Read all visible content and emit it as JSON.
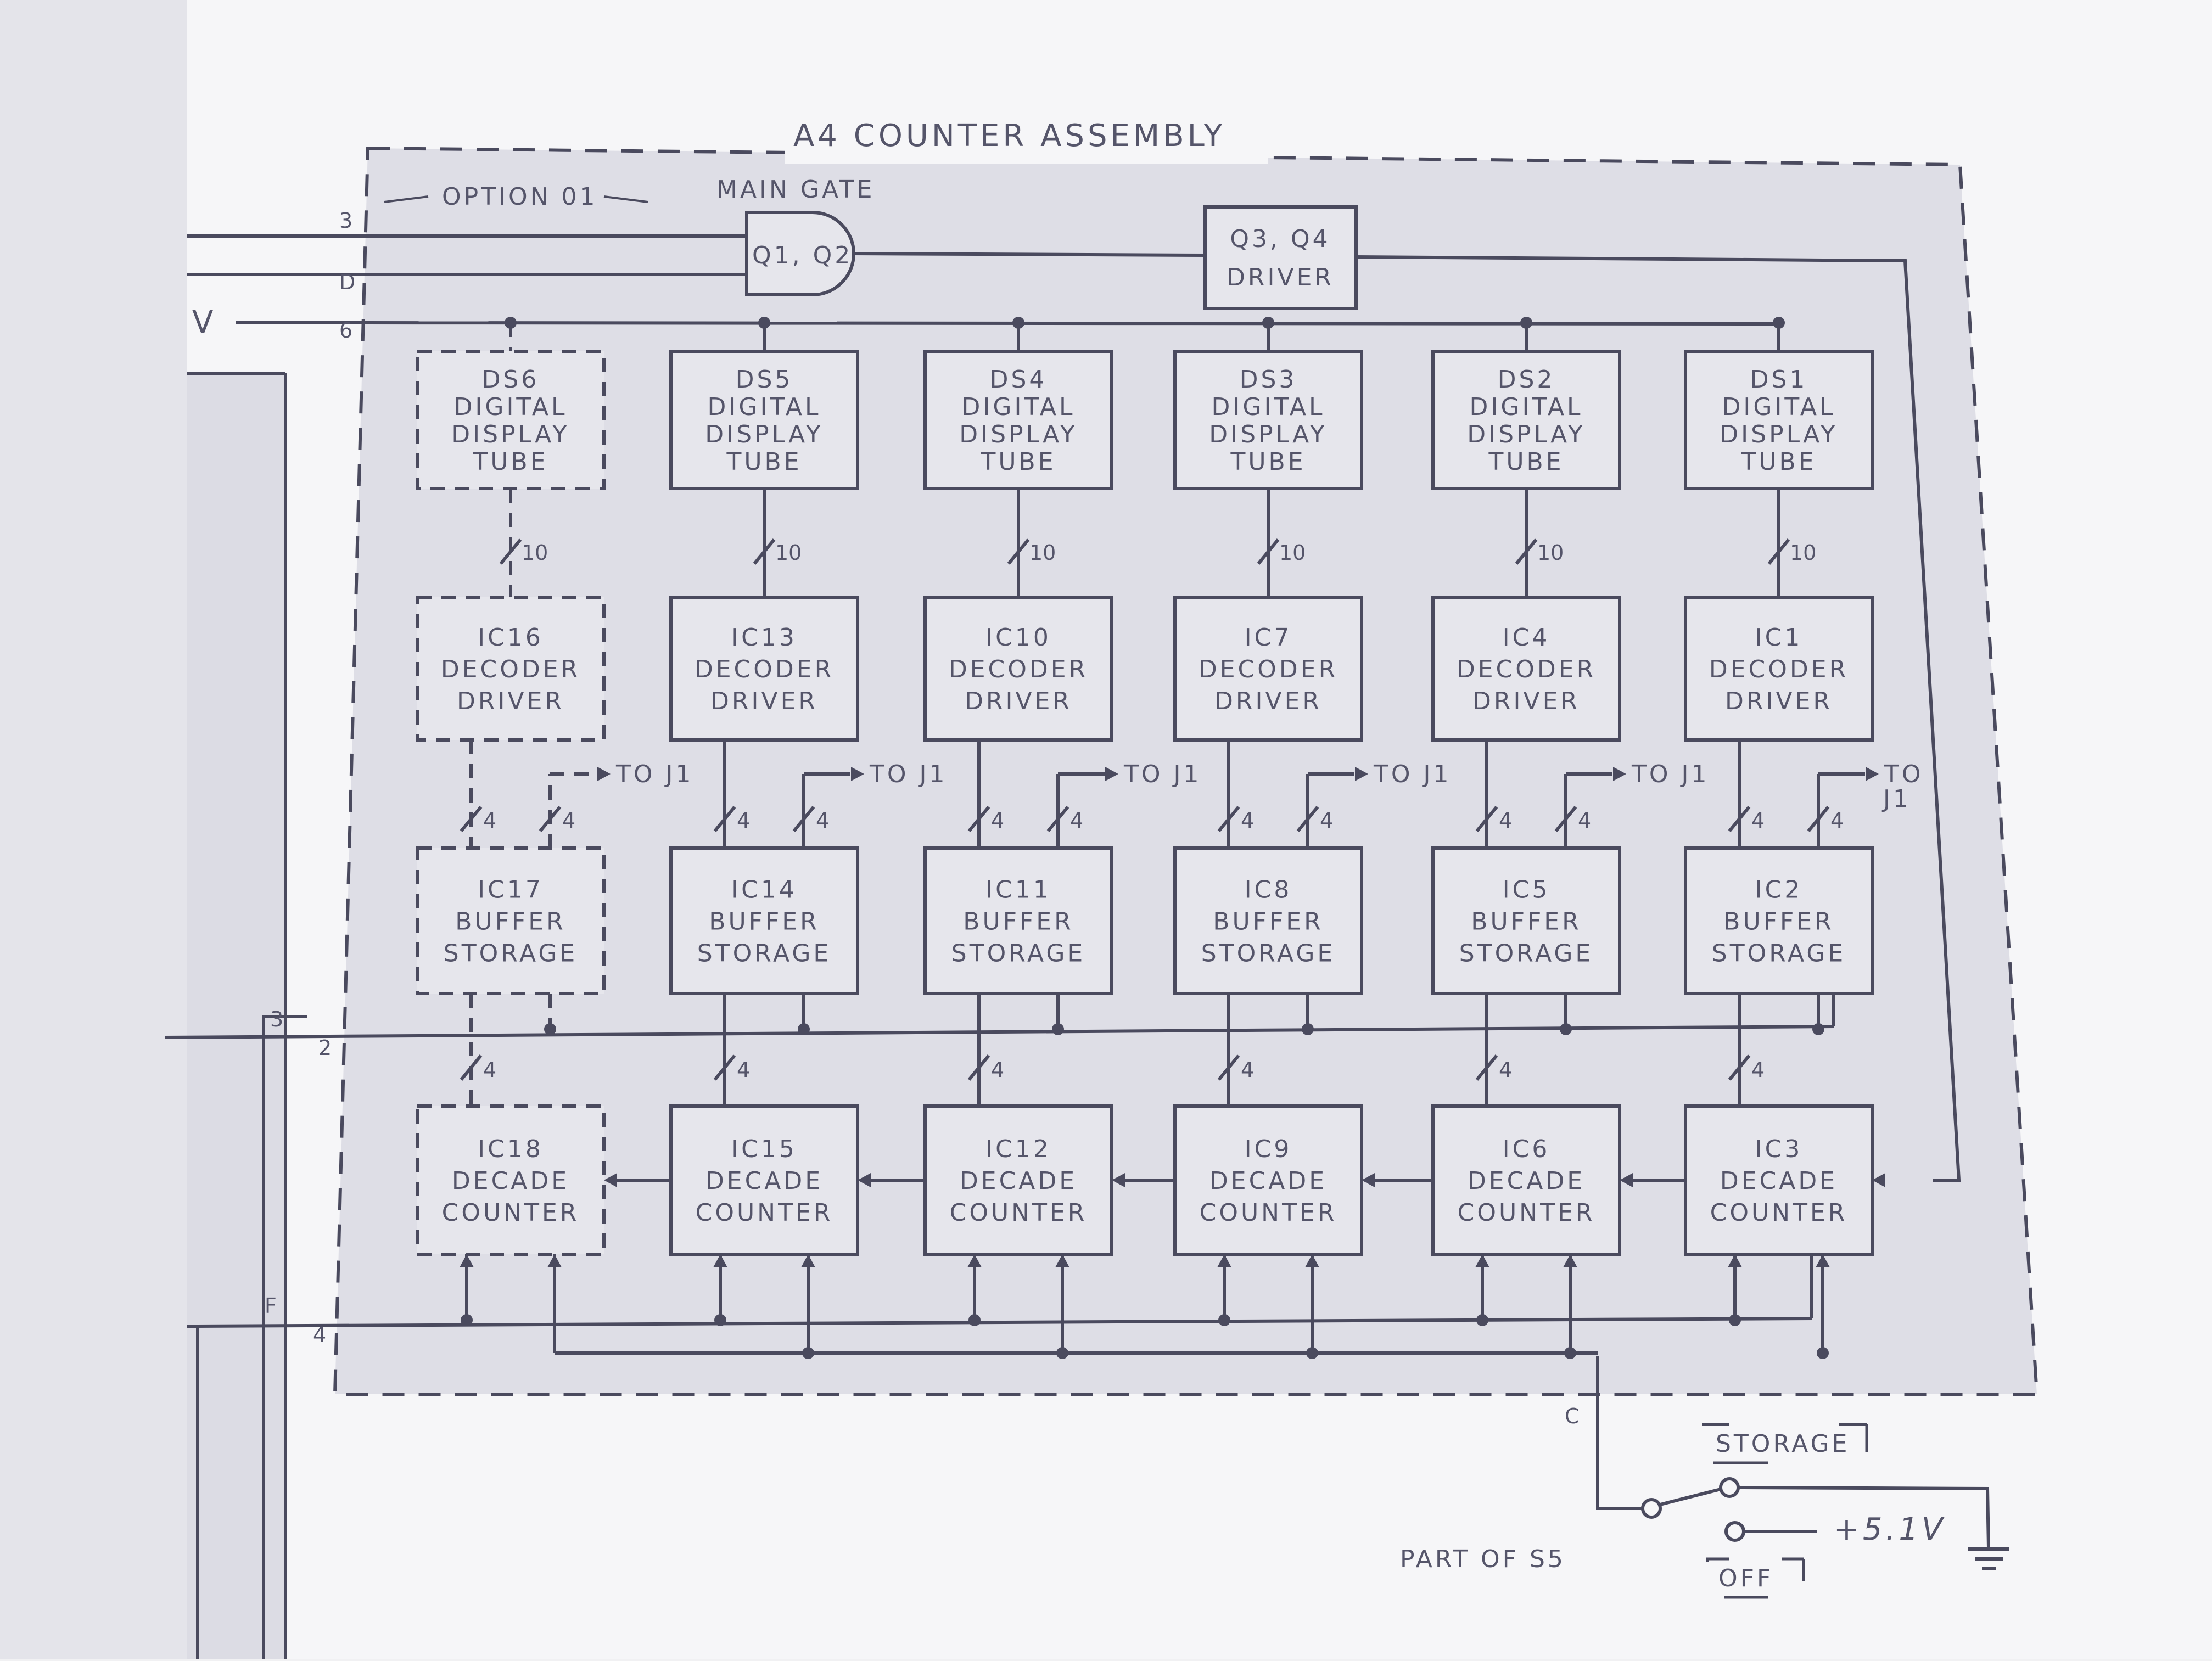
{
  "title": "A4 COUNTER ASSEMBLY",
  "option_label": "OPTION 01",
  "main_gate": {
    "label": "MAIN GATE",
    "text": "Q1, Q2"
  },
  "driver": {
    "line1": "Q3, Q4",
    "line2": "DRIVER"
  },
  "supply_stub": "V",
  "pins": {
    "left_3": "3",
    "left_d": "D",
    "left_6": "6",
    "left_3b": "3",
    "left_2": "2",
    "left_f": "F",
    "left_4": "4",
    "bottom_c": "C"
  },
  "display_tubes": [
    {
      "name": "DS6",
      "l2": "DIGITAL",
      "l3": "DISPLAY",
      "l4": "TUBE",
      "optional": true
    },
    {
      "name": "DS5",
      "l2": "DIGITAL",
      "l3": "DISPLAY",
      "l4": "TUBE",
      "optional": false
    },
    {
      "name": "DS4",
      "l2": "DIGITAL",
      "l3": "DISPLAY",
      "l4": "TUBE",
      "optional": false
    },
    {
      "name": "DS3",
      "l2": "DIGITAL",
      "l3": "DISPLAY",
      "l4": "TUBE",
      "optional": false
    },
    {
      "name": "DS2",
      "l2": "DIGITAL",
      "l3": "DISPLAY",
      "l4": "TUBE",
      "optional": false
    },
    {
      "name": "DS1",
      "l2": "DIGITAL",
      "l3": "DISPLAY",
      "l4": "TUBE",
      "optional": false
    }
  ],
  "decoder_drivers": [
    {
      "name": "IC16",
      "l2": "DECODER",
      "l3": "DRIVER"
    },
    {
      "name": "IC13",
      "l2": "DECODER",
      "l3": "DRIVER"
    },
    {
      "name": "IC10",
      "l2": "DECODER",
      "l3": "DRIVER"
    },
    {
      "name": "IC7",
      "l2": "DECODER",
      "l3": "DRIVER"
    },
    {
      "name": "IC4",
      "l2": "DECODER",
      "l3": "DRIVER"
    },
    {
      "name": "IC1",
      "l2": "DECODER",
      "l3": "DRIVER"
    }
  ],
  "buffer_storage": [
    {
      "name": "IC17",
      "l2": "BUFFER",
      "l3": "STORAGE"
    },
    {
      "name": "IC14",
      "l2": "BUFFER",
      "l3": "STORAGE"
    },
    {
      "name": "IC11",
      "l2": "BUFFER",
      "l3": "STORAGE"
    },
    {
      "name": "IC8",
      "l2": "BUFFER",
      "l3": "STORAGE"
    },
    {
      "name": "IC5",
      "l2": "BUFFER",
      "l3": "STORAGE"
    },
    {
      "name": "IC2",
      "l2": "BUFFER",
      "l3": "STORAGE"
    }
  ],
  "decade_counters": [
    {
      "name": "IC18",
      "l2": "DECADE",
      "l3": "COUNTER"
    },
    {
      "name": "IC15",
      "l2": "DECADE",
      "l3": "COUNTER"
    },
    {
      "name": "IC12",
      "l2": "DECADE",
      "l3": "COUNTER"
    },
    {
      "name": "IC9",
      "l2": "DECADE",
      "l3": "COUNTER"
    },
    {
      "name": "IC6",
      "l2": "DECADE",
      "l3": "COUNTER"
    },
    {
      "name": "IC3",
      "l2": "DECADE",
      "l3": "COUNTER"
    }
  ],
  "bus_labels": {
    "ten": "10",
    "four": "4",
    "to_j1": "TO J1",
    "to_j1_split_a": "TO",
    "to_j1_split_b": "J1"
  },
  "switch": {
    "storage": "STORAGE",
    "off": "OFF",
    "voltage": "+5.1V",
    "part_of": "PART OF S5"
  },
  "colors": {
    "line": "#4a4a5e",
    "panel": "#dedee6",
    "paper": "#f6f6f8",
    "box": "#e6e6ec",
    "text": "#55556a"
  }
}
